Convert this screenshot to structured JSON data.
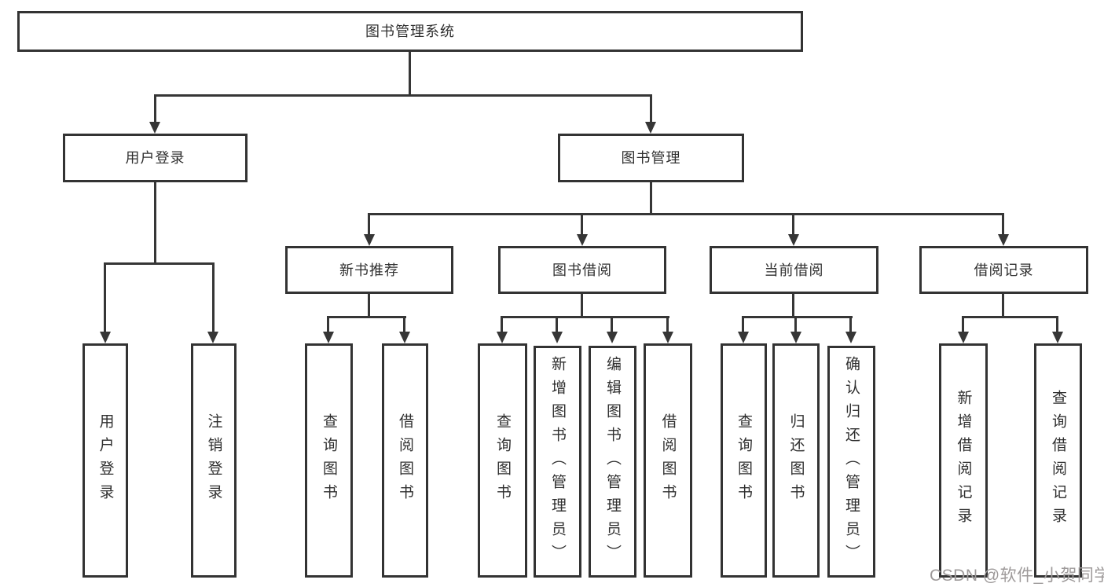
{
  "diagram": {
    "type": "hierarchy-tree",
    "title": "图书管理系统",
    "colors": {
      "background": "#ffffff",
      "box_border": "#333333",
      "connector_line": "#363636",
      "text": "#2f2f2f",
      "watermark": "#9e9a9a"
    }
  },
  "nodes": {
    "root": {
      "label": "图书管理系统"
    },
    "user_login": {
      "label": "用户登录"
    },
    "book_mgmt": {
      "label": "图书管理"
    },
    "new_book_rec": {
      "label": "新书推荐"
    },
    "book_borrow": {
      "label": "图书借阅"
    },
    "current_borrow": {
      "label": "当前借阅"
    },
    "borrow_records": {
      "label": "借阅记录"
    },
    "leaf_user_login": {
      "label": "用户登录"
    },
    "leaf_user_logout": {
      "label": "注销登录"
    },
    "leaf_newbook_query": {
      "label": "查询图书"
    },
    "leaf_newbook_borrow": {
      "label": "借阅图书"
    },
    "leaf_borrow_query": {
      "label": "查询图书"
    },
    "leaf_borrow_add": {
      "label": "新增图书（管理员）"
    },
    "leaf_borrow_edit": {
      "label": "编辑图书（管理员）"
    },
    "leaf_borrow_borrow": {
      "label": "借阅图书"
    },
    "leaf_current_query": {
      "label": "查询图书"
    },
    "leaf_current_return": {
      "label": "归还图书"
    },
    "leaf_current_confirm": {
      "label": "确认归还（管理员）"
    },
    "leaf_records_add": {
      "label": "新增借阅记录"
    },
    "leaf_records_query": {
      "label": "查询借阅记录"
    }
  },
  "hierarchy": [
    {
      "parent": "图书管理系统",
      "children": [
        "用户登录",
        "图书管理"
      ]
    },
    {
      "parent": "用户登录",
      "children": [
        "用户登录",
        "注销登录"
      ]
    },
    {
      "parent": "图书管理",
      "children": [
        "新书推荐",
        "图书借阅",
        "当前借阅",
        "借阅记录"
      ]
    },
    {
      "parent": "新书推荐",
      "children": [
        "查询图书",
        "借阅图书"
      ]
    },
    {
      "parent": "图书借阅",
      "children": [
        "查询图书",
        "新增图书（管理员）",
        "编辑图书（管理员）",
        "借阅图书"
      ]
    },
    {
      "parent": "当前借阅",
      "children": [
        "查询图书",
        "归还图书",
        "确认归还（管理员）"
      ]
    },
    {
      "parent": "借阅记录",
      "children": [
        "新增借阅记录",
        "查询借阅记录"
      ]
    }
  ],
  "watermark": {
    "text": "CSDN @软件_小贺同学"
  }
}
